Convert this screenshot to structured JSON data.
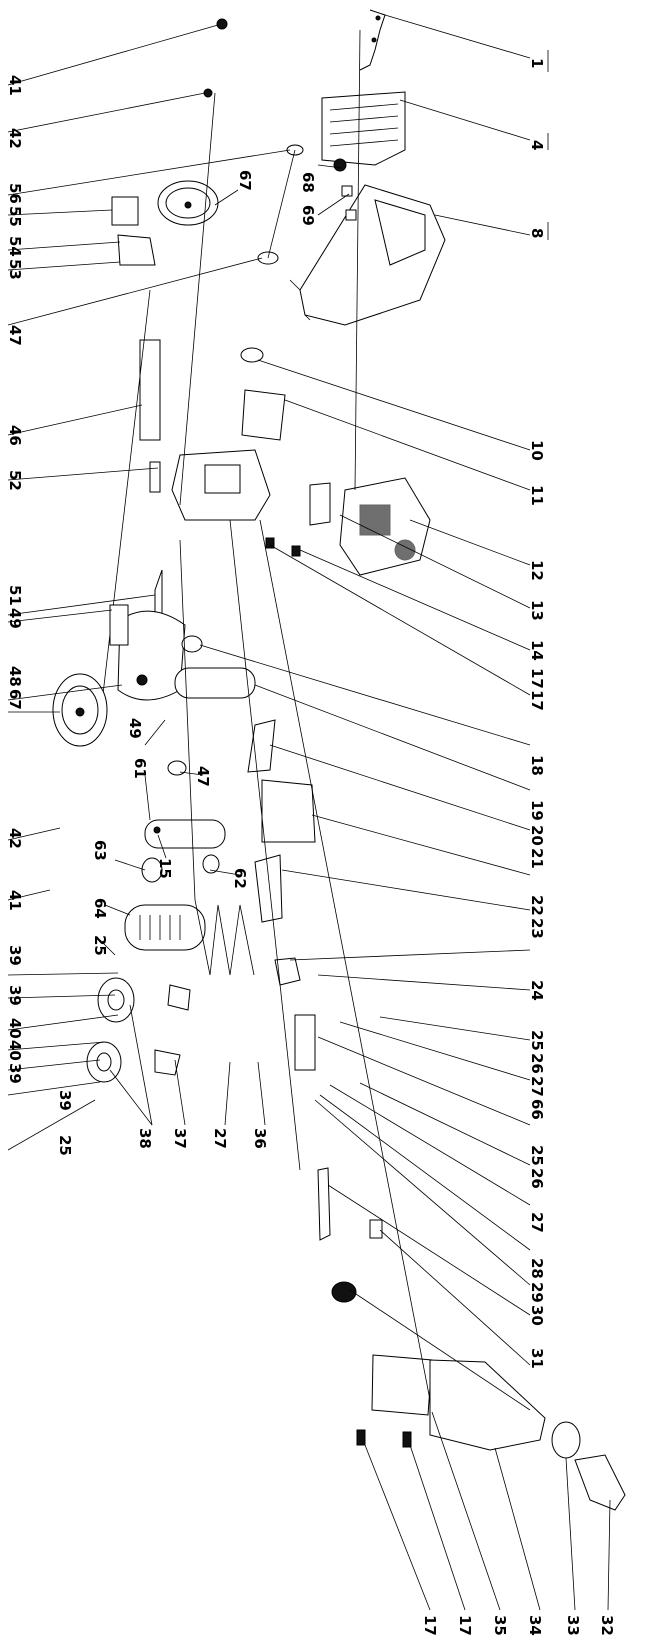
{
  "callouts": {
    "r1": "1",
    "r4": "4",
    "r8": "8",
    "r10": "10",
    "r11": "11",
    "r12": "12",
    "r13": "13",
    "r14": "14",
    "r17a": "17",
    "r17b": "17",
    "r18": "18",
    "r19": "19",
    "r20": "20",
    "r21": "21",
    "r22": "22",
    "r23": "23",
    "r24": "24",
    "r25a": "25",
    "r26a": "26",
    "r27a": "27",
    "r66": "66",
    "r25b": "25",
    "r26b": "26",
    "r27b": "27",
    "r28": "28",
    "r29": "29",
    "r30": "30",
    "r31": "31",
    "r32": "32",
    "r33": "33",
    "r34": "34",
    "r35": "35",
    "r17c": "17",
    "r17d": "17",
    "l41a": "41",
    "l42a": "42",
    "l56": "56",
    "l55": "55",
    "l54": "54",
    "l53": "53",
    "l47a": "47",
    "l46": "46",
    "l52": "52",
    "l51": "51",
    "l49a": "49",
    "l48": "48",
    "l67a": "67",
    "l42b": "42",
    "l41b": "41",
    "l39a": "39",
    "l39b": "39",
    "l40a": "40",
    "l40b": "40",
    "l39c": "39",
    "l39d": "39",
    "l25": "25",
    "m67": "67",
    "m68": "68",
    "m69": "69",
    "m49": "49",
    "m47": "47",
    "m61": "61",
    "m63": "63",
    "m15": "15",
    "m62": "62",
    "m64": "64",
    "m25": "25",
    "m38": "38",
    "m37": "37",
    "m27": "27",
    "m36": "36"
  }
}
